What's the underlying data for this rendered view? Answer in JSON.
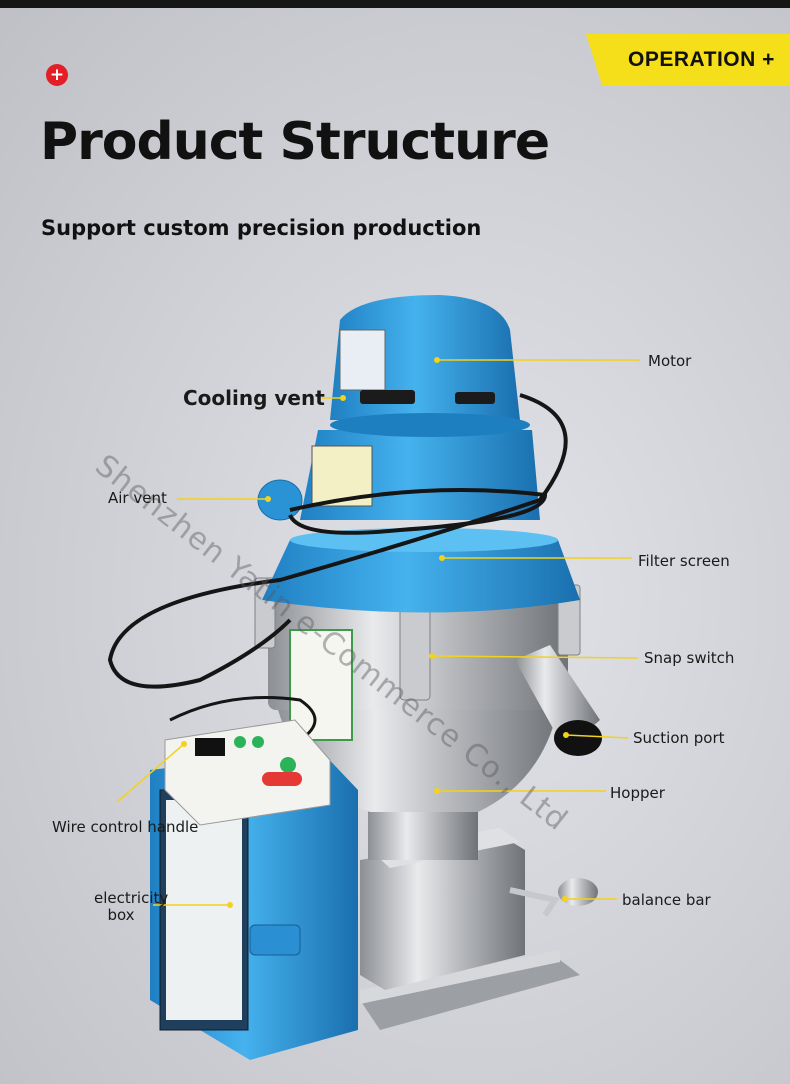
{
  "header": {
    "badge": "OPERATION +",
    "title": "Product Structure",
    "subtitle": "Support custom precision production"
  },
  "watermark": "Shenzhen Yatin e-Commerce Co., Ltd",
  "labels": {
    "motor": "Motor",
    "cooling_vent": "Cooling vent",
    "air_vent": "Air vent",
    "filter_screen": "Filter screen",
    "snap_switch": "Snap switch",
    "suction_port": "Suction port",
    "hopper": "Hopper",
    "wire_control_handle": "Wire control handle",
    "electricity_box_line1": "electricity",
    "electricity_box_line2": "box",
    "balance_bar": "balance bar"
  },
  "colors": {
    "accent_yellow": "#f5df1a",
    "machine_blue": "#2f9fe0",
    "leader_line": "#f2d21c",
    "badge_red": "#e41e26"
  }
}
